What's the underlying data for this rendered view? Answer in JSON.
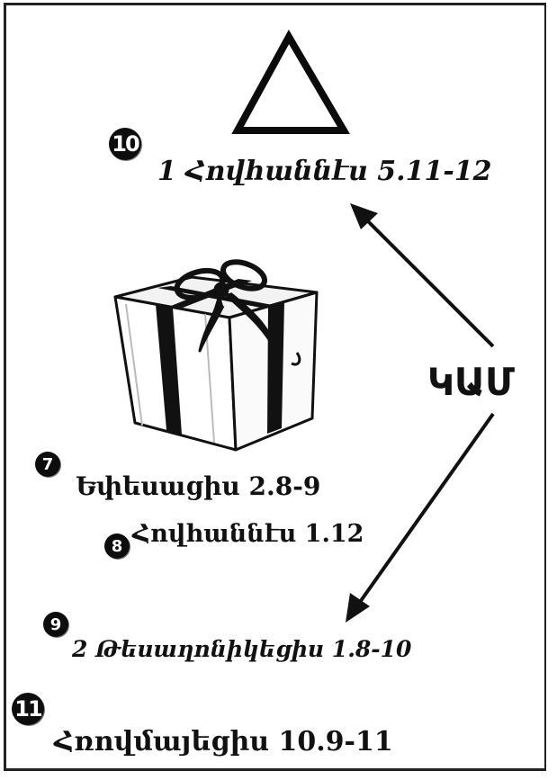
{
  "badges": {
    "b10": "10",
    "b7": "7",
    "b8": "8",
    "b9": "9",
    "b11": "11"
  },
  "labels": {
    "john1_5": "1 Հովհաննէս 5.11-12",
    "ephesians": "Եփեսացիս 2.8-9",
    "john1_12": "Հովհաննէս 1.12",
    "thess2": "2 Թեսաղոնիկեցիս 1.8-10",
    "romans": "Հռովմայեցիս 10.9-11",
    "or": "ԿԱՄ"
  },
  "icons": [
    "triangle-icon",
    "gift-box-icon",
    "arrow-up-left-icon",
    "arrow-down-left-icon"
  ],
  "colors": {
    "ink": "#111111",
    "background": "#ffffff"
  }
}
